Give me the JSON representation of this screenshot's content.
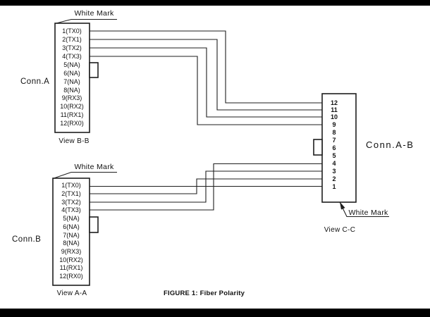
{
  "figure": {
    "caption": "FIGURE 1: Fiber Polarity"
  },
  "connectors": {
    "a": {
      "label": "Conn.A",
      "view": "View B-B",
      "white_mark": "White Mark",
      "pins": [
        "1(TX0)",
        "2(TX1)",
        "3(TX2)",
        "4(TX3)",
        "5(NA)",
        "6(NA)",
        "7(NA)",
        "8(NA)",
        "9(RX3)",
        "10(RX2)",
        "11(RX1)",
        "12(RX0)"
      ]
    },
    "b": {
      "label": "Conn.B",
      "view": "View A-A",
      "white_mark": "White Mark",
      "pins": [
        "1(TX0)",
        "2(TX1)",
        "3(TX2)",
        "4(TX3)",
        "5(NA)",
        "6(NA)",
        "7(NA)",
        "8(NA)",
        "9(RX3)",
        "10(RX2)",
        "11(RX1)",
        "12(RX0)"
      ]
    },
    "ab": {
      "label": "Conn.A-B",
      "view": "View C-C",
      "white_mark": "White Mark",
      "pins": [
        "12",
        "11",
        "10",
        "9",
        "8",
        "7",
        "6",
        "5",
        "4",
        "3",
        "2",
        "1"
      ]
    }
  },
  "connections": {
    "a_to_ab": [
      {
        "from": "1(TX0)",
        "to": "12"
      },
      {
        "from": "2(TX1)",
        "to": "11"
      },
      {
        "from": "3(TX2)",
        "to": "10"
      },
      {
        "from": "4(TX3)",
        "to": "9"
      }
    ],
    "b_to_ab": [
      {
        "from": "1(TX0)",
        "to": "1"
      },
      {
        "from": "2(TX1)",
        "to": "2"
      },
      {
        "from": "3(TX2)",
        "to": "3"
      },
      {
        "from": "4(TX3)",
        "to": "4"
      }
    ]
  },
  "colors": {
    "line": "#1e1e1e",
    "background": "#ffffff",
    "bar": "#000000"
  }
}
